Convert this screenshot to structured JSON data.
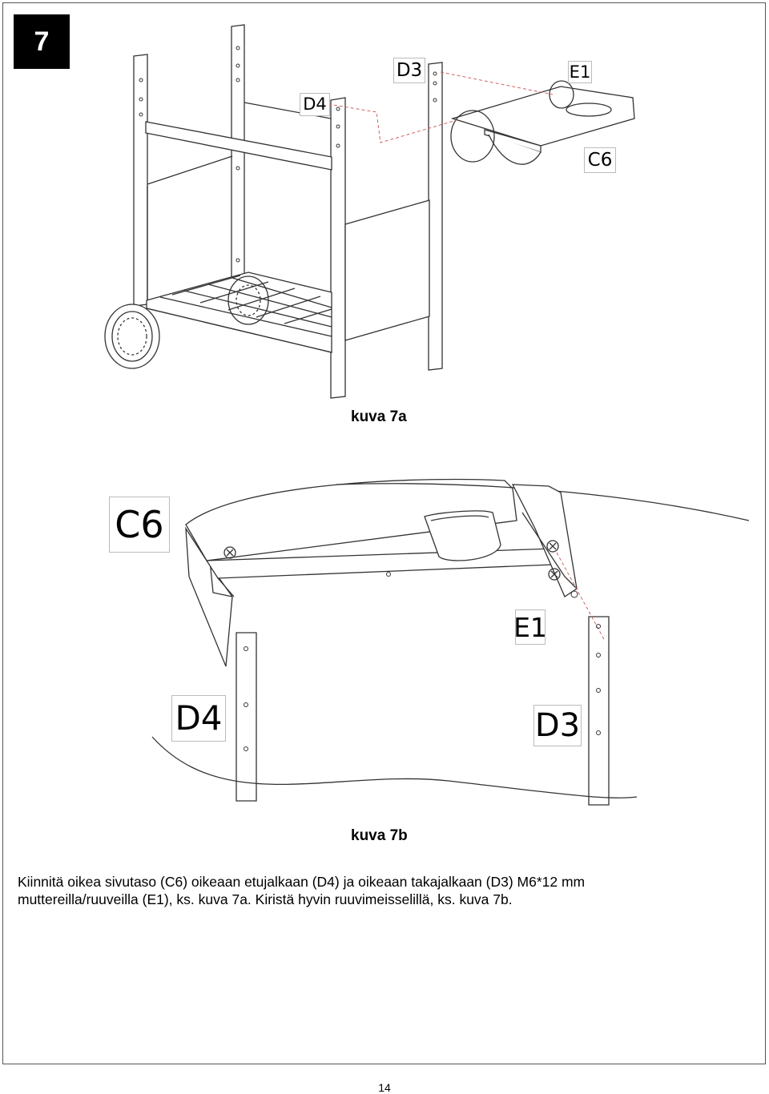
{
  "step": {
    "number": "7"
  },
  "figure_a": {
    "labels": {
      "d4": "D4",
      "d3": "D3",
      "e1": "E1",
      "c6": "C6"
    },
    "caption": "kuva 7a"
  },
  "figure_b": {
    "labels": {
      "c6": "C6",
      "e1": "E1",
      "d4": "D4",
      "d3": "D3"
    },
    "caption": "kuva 7b"
  },
  "instructions": {
    "line1": "Kiinnitä oikea sivutaso (C6) oikeaan etujalkaan (D4) ja oikeaan takajalkaan (D3) M6*12 mm",
    "line2": "muttereilla/ruuveilla (E1), ks. kuva 7a. Kiristä hyvin ruuvimeisselillä, ks. kuva 7b."
  },
  "page": {
    "number": "14"
  }
}
